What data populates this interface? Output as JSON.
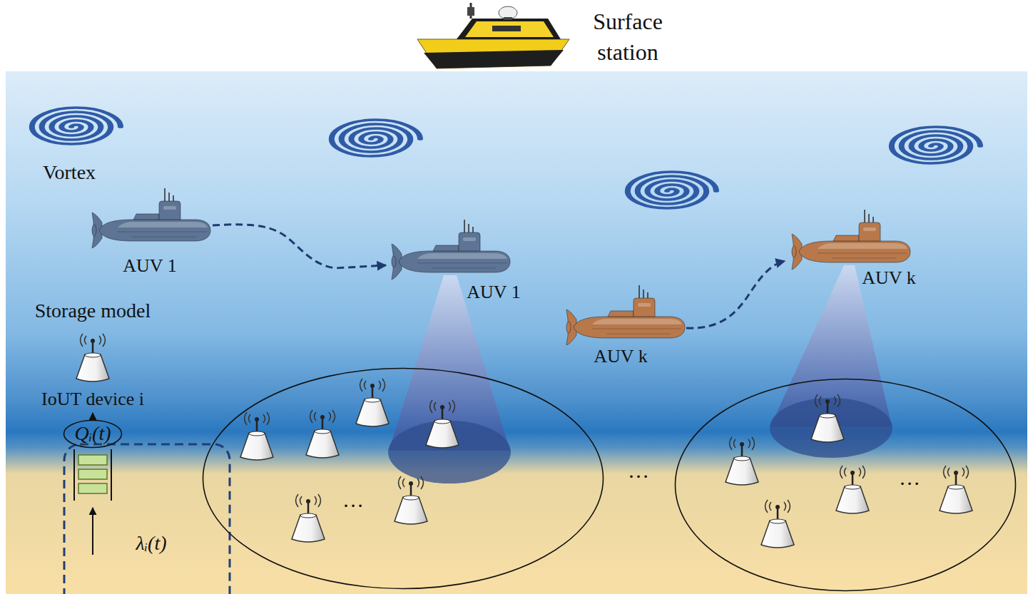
{
  "diagram": {
    "nodes": [
      {
        "text": [
          "Storage model",
          "IoUT device i",
          "λᵢ(t)"
        ]
      },
      {
        "text": [
          "Qᵢ(t)"
        ],
        "in": 0
      },
      {
        "text": [
          "…"
        ]
      },
      {
        "text": [
          "…"
        ]
      }
    ],
    "labels": [
      "Surface station",
      "Vortex",
      "AUV 1",
      "AUV 1",
      "AUV k",
      "AUV k",
      "…"
    ]
  }
}
